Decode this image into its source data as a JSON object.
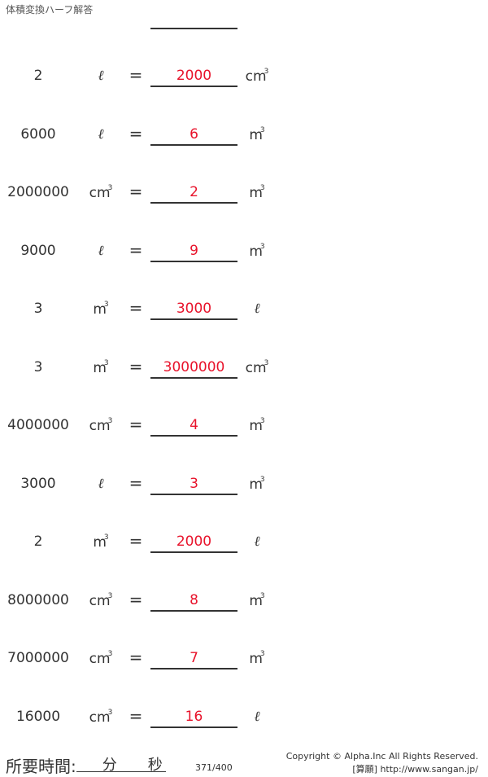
{
  "title": "体積変換ハーフ解答",
  "problems": [
    {
      "value": "2",
      "from": "ℓ",
      "answer": "2000",
      "to": "cm³"
    },
    {
      "value": "6000",
      "from": "ℓ",
      "answer": "6",
      "to": "m³"
    },
    {
      "value": "2000000",
      "from": "cm³",
      "answer": "2",
      "to": "m³"
    },
    {
      "value": "9000",
      "from": "ℓ",
      "answer": "9",
      "to": "m³"
    },
    {
      "value": "3",
      "from": "m³",
      "answer": "3000",
      "to": "ℓ"
    },
    {
      "value": "3",
      "from": "m³",
      "answer": "3000000",
      "to": "cm³"
    },
    {
      "value": "4000000",
      "from": "cm³",
      "answer": "4",
      "to": "m³"
    },
    {
      "value": "3000",
      "from": "ℓ",
      "answer": "3",
      "to": "m³"
    },
    {
      "value": "2",
      "from": "m³",
      "answer": "2000",
      "to": "ℓ"
    },
    {
      "value": "8000000",
      "from": "cm³",
      "answer": "8",
      "to": "m³"
    },
    {
      "value": "7000000",
      "from": "cm³",
      "answer": "7",
      "to": "m³"
    },
    {
      "value": "16000",
      "from": "cm³",
      "answer": "16",
      "to": "ℓ"
    }
  ],
  "equals": "=",
  "footer": {
    "time_label": "所要時間:",
    "minutes": "分",
    "seconds": "秒",
    "page": "371/400",
    "copyright": "Copyright © Alpha.Inc All Rights Reserved.",
    "site": "[算願] http://www.sangan.jp/"
  },
  "colors": {
    "answer": "#e8132b"
  }
}
